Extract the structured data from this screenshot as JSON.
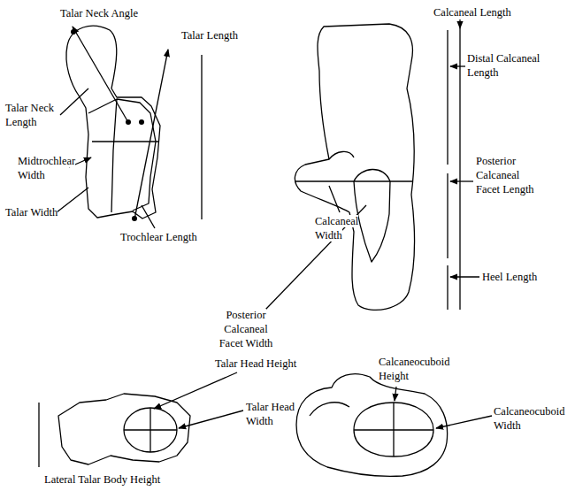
{
  "diagram": {
    "labels": [
      "Talar Neck Angle",
      "Talar Length",
      "Talar Neck Length",
      "Midtrochlear Width",
      "Talar Width",
      "Trochlear Length",
      "Calcaneal Length",
      "Distal Calcaneal Length",
      "Calcaneal Width",
      "Posterior Calcaneal Facet Length",
      "Heel Length",
      "Posterior Calcaneal Facet Width",
      "Talar Head Height",
      "Talar Head Width",
      "Lateral Talar Body Height",
      "Calcaneocuboid Height",
      "Calcaneocuboid Width"
    ]
  }
}
